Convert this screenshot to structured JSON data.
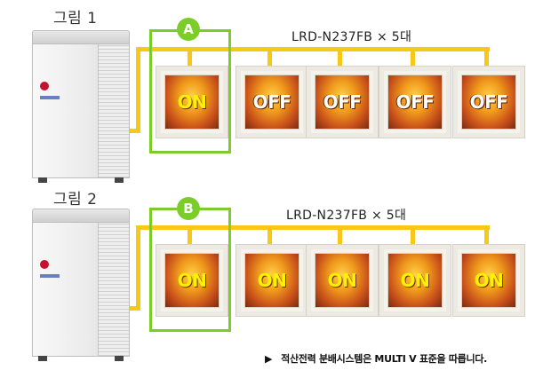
{
  "figures": [
    {
      "label": "그림 1",
      "model_label": "LRD-N237FB  ×  5대",
      "badge": "A",
      "units": [
        "ON",
        "OFF",
        "OFF",
        "OFF",
        "OFF"
      ]
    },
    {
      "label": "그림 2",
      "model_label": "LRD-N237FB  ×  5대",
      "badge": "B",
      "units": [
        "ON",
        "ON",
        "ON",
        "ON",
        "ON"
      ]
    }
  ],
  "footnote": {
    "marker": "▶",
    "text": "적산전력 분배시스템은 MULTI V 표준을 따릅니다."
  },
  "colors": {
    "wire": "#f7c815",
    "highlight": "#7ccc2a",
    "on_text": "#fff200",
    "off_text": "#ffffff"
  }
}
